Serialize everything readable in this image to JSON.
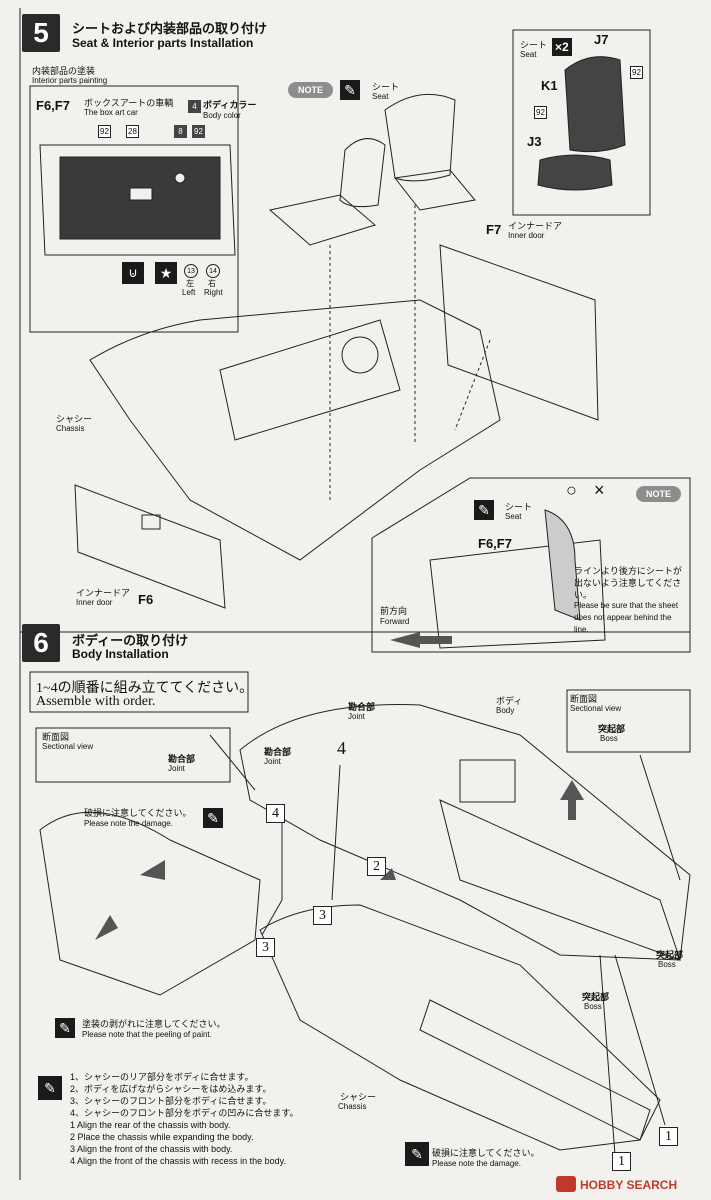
{
  "step5": {
    "number": "5",
    "title_jp": "シートおよび内装部品の取り付け",
    "title_en": "Seat & Interior parts Installation",
    "painting_jp": "内装部品の塗装",
    "painting_en": "Interior parts painting",
    "f6f7": "F6,F7",
    "boxart_jp": "ボックスアートの車輌",
    "boxart_en": "The box art car",
    "bodycolor_num": "4",
    "bodycolor_jp": "ボディカラー",
    "bodycolor_en": "Body color",
    "paint_nums": [
      "92",
      "28",
      "8",
      "92"
    ],
    "paint_bottom": [
      "13",
      "14"
    ],
    "left_jp": "左",
    "left_en": "Left",
    "right_jp": "右",
    "right_en": "Right",
    "note": "NOTE",
    "seat_jp": "シート",
    "seat_en": "Seat",
    "seat_count": "×2",
    "parts": {
      "j7": "J7",
      "k1": "K1",
      "j3": "J3",
      "n92": "92"
    },
    "f7_label": "F7",
    "inner_door_jp": "インナードア",
    "inner_door_en": "Inner door",
    "f6_label": "F6",
    "chassis_jp": "シャシー",
    "chassis_en": "Chassis",
    "note2": {
      "seat_jp": "シート",
      "seat_en": "Seat",
      "f6f7": "F6,F7",
      "ok": "○",
      "ng": "×",
      "text_jp": "ラインより後方にシートが出ないよう注意してください。",
      "text_en": "Please be sure that the sheet does not appear behind the line.",
      "forward_jp": "前方向",
      "forward_en": "Forward"
    }
  },
  "step6": {
    "number": "6",
    "title_jp": "ボディーの取り付け",
    "title_en": "Body Installation",
    "order_jp": "1~4の順番に組み立ててください。",
    "order_en": "Assemble with order.",
    "section_jp": "断面図",
    "section_en": "Sectional view",
    "joint_jp": "勘合部",
    "joint_en": "Joint",
    "boss_jp": "突起部",
    "boss_en": "Boss",
    "body_jp": "ボディ",
    "body_en": "Body",
    "damage_jp": "破損に注意してください。",
    "damage_en": "Please note the damage.",
    "peel_jp": "塗装の剥がれに注意してください。",
    "peel_en": "Please note that the peeling of paint.",
    "chassis_jp": "シャシー",
    "chassis_en": "Chassis",
    "seq": [
      "1",
      "2",
      "3",
      "4"
    ],
    "instructions_jp": [
      "1、シャシーのリア部分をボディに合せます。",
      "2、ボディを広げながらシャシーをはめ込みます。",
      "3、シャシーのフロント部分をボディに合せます。",
      "4、シャシーのフロント部分をボディの凹みに合せます。"
    ],
    "instructions_en": [
      "1 Align the rear of the chassis with body.",
      "2 Place the chassis while expanding the body.",
      "3 Align the front of the chassis with body.",
      "4 Align the front of the chassis with recess in the body."
    ]
  },
  "watermark": "HOBBY SEARCH"
}
